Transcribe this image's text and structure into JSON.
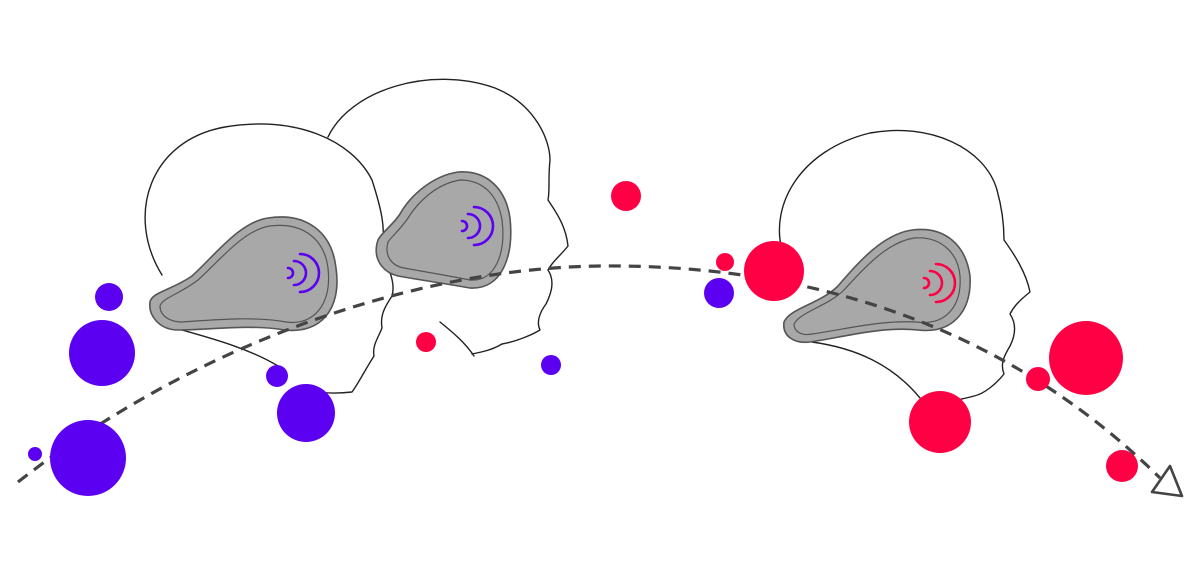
{
  "colors": {
    "blue": "#5c00f2",
    "red": "#ff0044",
    "device_fill": "#a8a8a8",
    "device_stroke": "#555555",
    "outline": "#222222",
    "trajectory": "#444444"
  },
  "icons": {
    "signal": "wireless-signal-icon",
    "arrow": "arrow-head-icon"
  },
  "devices": [
    {
      "name": "device-left",
      "signal_color": "blue"
    },
    {
      "name": "device-middle",
      "signal_color": "blue"
    },
    {
      "name": "device-right",
      "signal_color": "red"
    }
  ],
  "particles": [
    {
      "color": "blue"
    },
    {
      "color": "blue"
    },
    {
      "color": "blue"
    },
    {
      "color": "blue"
    },
    {
      "color": "blue"
    },
    {
      "color": "blue"
    },
    {
      "color": "blue"
    },
    {
      "color": "blue"
    },
    {
      "color": "red"
    },
    {
      "color": "red"
    },
    {
      "color": "red"
    },
    {
      "color": "red"
    },
    {
      "color": "red"
    },
    {
      "color": "red"
    },
    {
      "color": "red"
    },
    {
      "color": "red"
    }
  ]
}
